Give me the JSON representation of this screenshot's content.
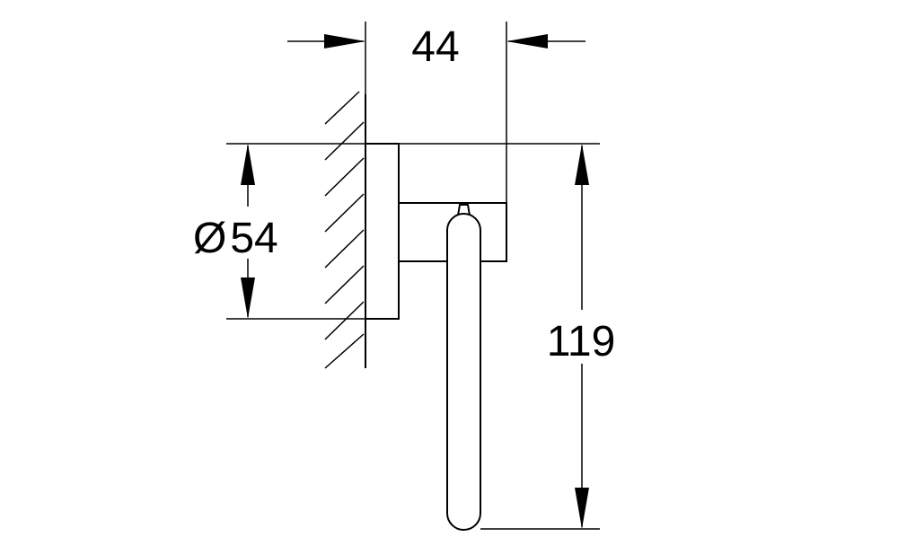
{
  "dimensions": {
    "depth": "44",
    "diameter_symbol": "Ø",
    "diameter": "54",
    "height": "119"
  }
}
